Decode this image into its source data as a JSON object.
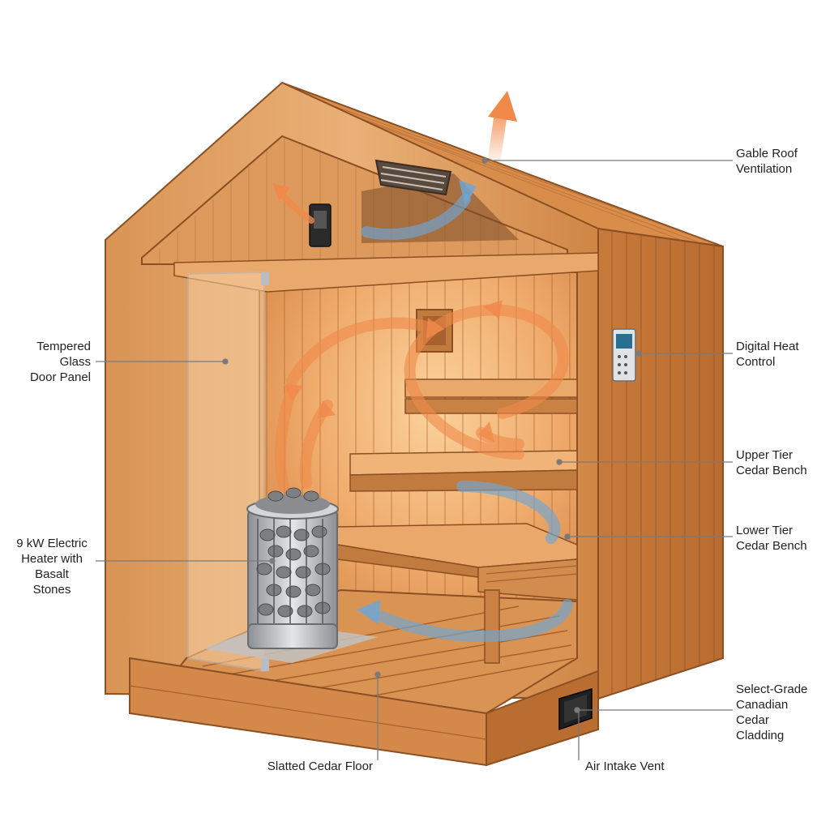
{
  "colors": {
    "wood_light": "#e8a867",
    "wood_mid": "#d38a4a",
    "wood_dark": "#a8612d",
    "wood_line": "#8c4f22",
    "warm_glow": "#f6b37a",
    "hot_air": "#f08a4b",
    "cool_air": "#6fa6d6",
    "steel": "#b9bcc0",
    "stone": "#7d7f82",
    "leader": "#7a7a7a",
    "text": "#222222"
  },
  "icons": {
    "hot_airflow": "hot-air-arrow-icon",
    "cool_airflow": "cool-air-arrow-icon",
    "thermostat": "thermostat-icon",
    "vent": "vent-grille-icon"
  },
  "callouts": {
    "roof_vent": "Gable Roof\nVentilation",
    "heat_control": "Digital Heat\nControl",
    "upper_bench": "Upper Tier\nCedar Bench",
    "lower_bench": "Lower Tier\nCedar Bench",
    "cladding": "Select-Grade\nCanadian\nCedar\nCladding",
    "intake_vent": "Air Intake Vent",
    "floor": "Slatted Cedar Floor",
    "heater": "9 kW Electric\nHeater with\nBasalt\nStones",
    "glass_door": "Tempered\nGlass\nDoor Panel"
  }
}
